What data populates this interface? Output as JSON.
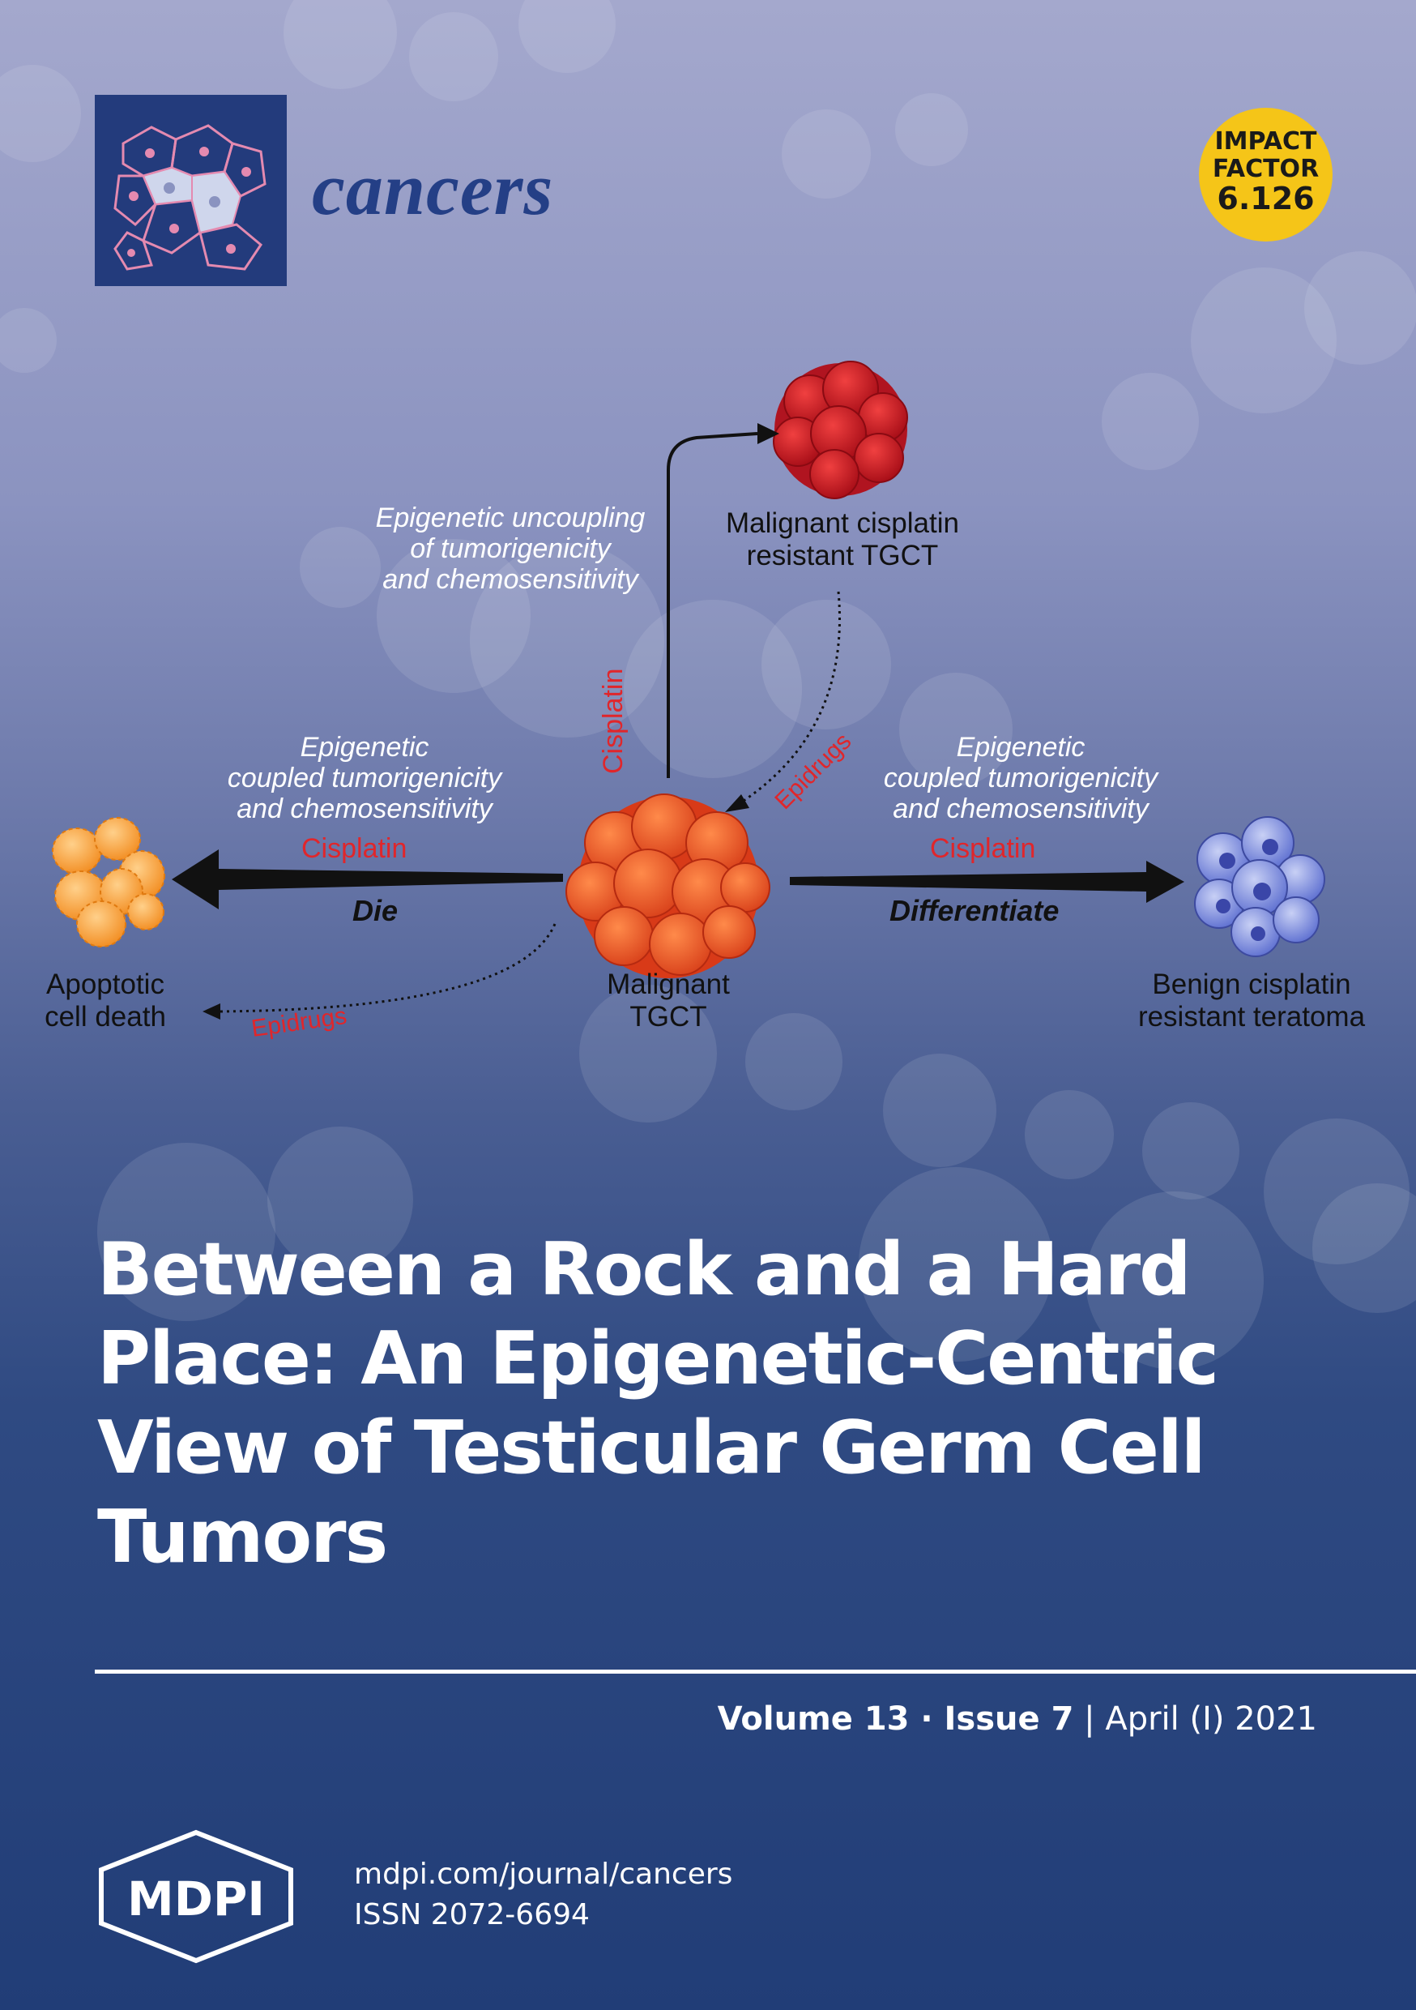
{
  "journal": {
    "name": "cancers",
    "logo_icon": "cells-logo-icon"
  },
  "impact_factor": {
    "line1": "IMPACT",
    "line2": "FACTOR",
    "value": "6.126",
    "color": "#f5c518"
  },
  "diagram": {
    "resistant_label_1": "Malignant cisplatin",
    "resistant_label_2": "resistant TGCT",
    "uncoupling_1": "Epigenetic uncoupling",
    "uncoupling_2": "of tumorigenicity",
    "uncoupling_3": "and chemosensitivity",
    "cisplatin_vertical": "Cisplatin",
    "epidrugs_right": "Epidrugs",
    "left_coupled_1": "Epigenetic",
    "left_coupled_2": "coupled tumorigenicity",
    "left_coupled_3": "and chemosensitivity",
    "left_cisplatin": "Cisplatin",
    "die": "Die",
    "right_coupled_1": "Epigenetic",
    "right_coupled_2": "coupled tumorigenicity",
    "right_coupled_3": "and chemosensitivity",
    "right_cisplatin": "Cisplatin",
    "differentiate": "Differentiate",
    "apoptotic_1": "Apoptotic",
    "apoptotic_2": "cell death",
    "epidrugs_left": "Epidrugs",
    "malignant_1": "Malignant",
    "malignant_2": "TGCT",
    "benign_1": "Benign cisplatin",
    "benign_2": "resistant teratoma"
  },
  "title": {
    "line1": "Between a Rock and a Hard",
    "line2": "Place: An Epigenetic-Centric",
    "line3": "View of Testicular Germ Cell",
    "line4": "Tumors"
  },
  "issue": {
    "volume": "Volume 13",
    "sep": " · ",
    "issue": "Issue 7",
    "bar": " | ",
    "date": "April (I) 2021"
  },
  "publisher": {
    "name": "MDPI",
    "url": "mdpi.com/journal/cancers",
    "issn": "ISSN 2072-6694"
  }
}
